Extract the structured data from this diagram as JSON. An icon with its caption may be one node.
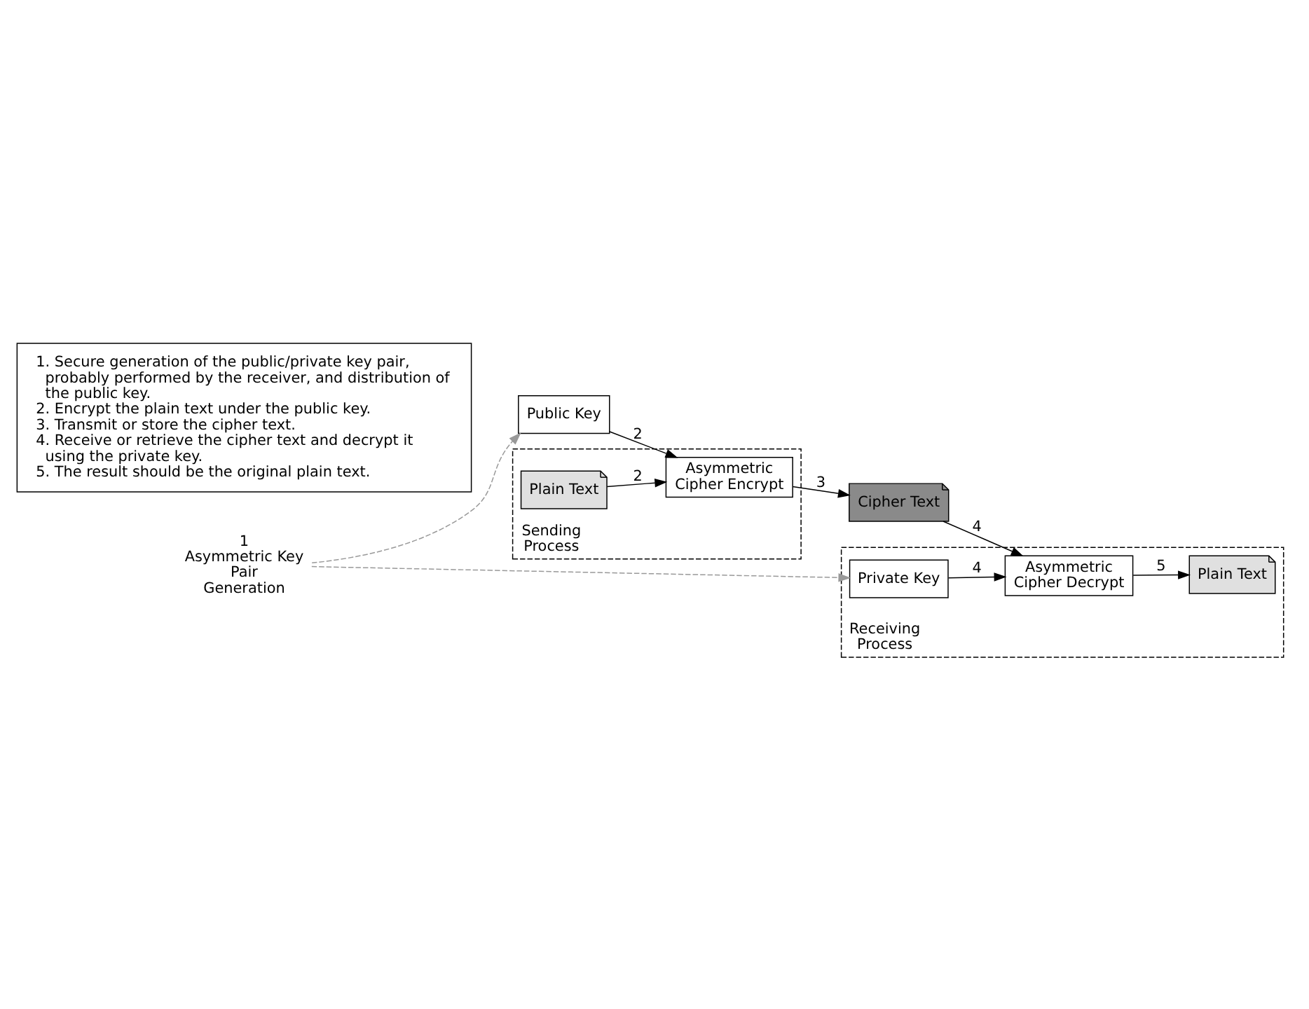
{
  "diagram": {
    "nodes": [
      {
        "text": [
          "Sending Process"
        ]
      },
      {
        "text": [
          "Plain Text"
        ],
        "in": 0
      },
      {
        "text": [
          "Asymmetric Cipher Encrypt"
        ],
        "in": 0
      },
      {
        "text": [
          "Cipher Text"
        ]
      },
      {
        "text": [
          "Receiving Process"
        ]
      },
      {
        "text": [
          "Asymmetric Cipher Decrypt"
        ],
        "in": 4
      },
      {
        "text": [
          "Plain Text"
        ],
        "in": 4
      },
      {
        "text": [
          "Public Key"
        ]
      },
      {
        "text": [
          "1",
          "Asymmetric Key Pair Generation"
        ]
      },
      {
        "text": [
          "Private Key"
        ],
        "in": 4
      },
      {
        "text": [
          "1. Secure generation of the public/private key pair, probably performed by the receiver, and distribution of the public key.",
          "2. Encrypt the plain text under the public key.",
          "3. Transmit or store the cipher text.",
          "4. Receive or retrieve the cipher text and decrypt it using the private key.",
          "5. The result should be the original plain text."
        ]
      }
    ],
    "edges": [
      {
        "from": 1,
        "to": 2,
        "arrow": "to",
        "label": "2"
      },
      {
        "from": 2,
        "to": 3,
        "arrow": "to",
        "label": "3"
      },
      {
        "from": 3,
        "to": 5,
        "arrow": "to",
        "label": "4"
      },
      {
        "from": 5,
        "to": 6,
        "arrow": "to",
        "label": "5"
      },
      {
        "from": 7,
        "to": 2,
        "arrow": "to",
        "label": "2"
      },
      {
        "from": 9,
        "to": 5,
        "arrow": "to",
        "label": "4"
      },
      {
        "from": 8,
        "to": 7,
        "arrow": "to",
        "style": "dashed",
        "color": "#999999"
      },
      {
        "from": 8,
        "to": 9,
        "arrow": "to",
        "style": "dashed",
        "color": "#999999"
      }
    ]
  }
}
